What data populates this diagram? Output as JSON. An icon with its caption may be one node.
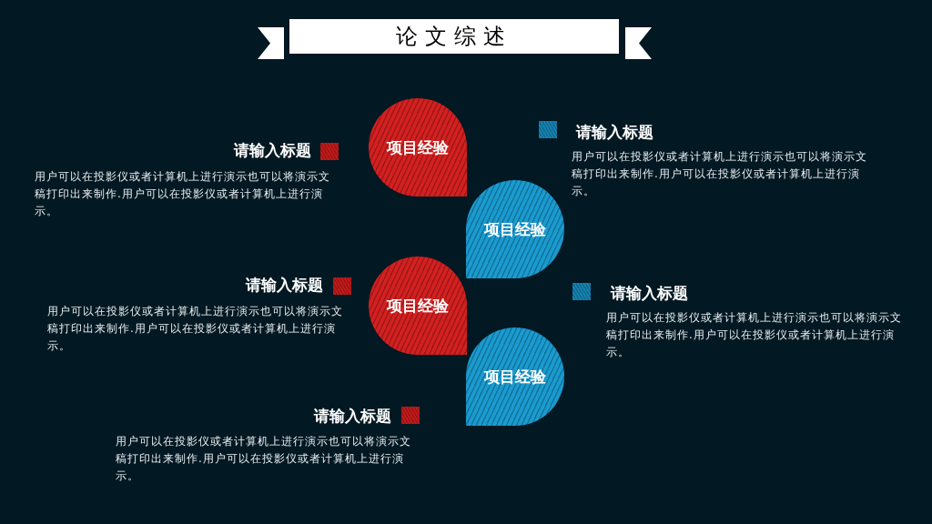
{
  "diagram": {
    "title": "论文综述",
    "nodes": [
      {
        "text": [
          "项目经验"
        ]
      },
      {
        "text": [
          "项目经验"
        ]
      },
      {
        "text": [
          "项目经验"
        ]
      },
      {
        "text": [
          "项目经验"
        ]
      }
    ],
    "labels": [
      "请输入标题",
      "用户可以在投影仪或者计算机上进行演示也可以将演示文稿打印出来制作.用户可以在投影仪或者计算机上进行演示。",
      "请输入标题",
      "用户可以在投影仪或者计算机上进行演示也可以将演示文稿打印出来制作.用户可以在投影仪或者计算机上进行演示。",
      "请输入标题",
      "用户可以在投影仪或者计算机上进行演示也可以将演示文稿打印出来制作.用户可以在投影仪或者计算机上进行演示。",
      "请输入标题",
      "用户可以在投影仪或者计算机上进行演示也可以将演示文稿打印出来制作.用户可以在投影仪或者计算机上进行演示。",
      "请输入标题",
      "用户可以在投影仪或者计算机上进行演示也可以将演示文稿打印出来制作.用户可以在投影仪或者计算机上进行演示。"
    ]
  }
}
